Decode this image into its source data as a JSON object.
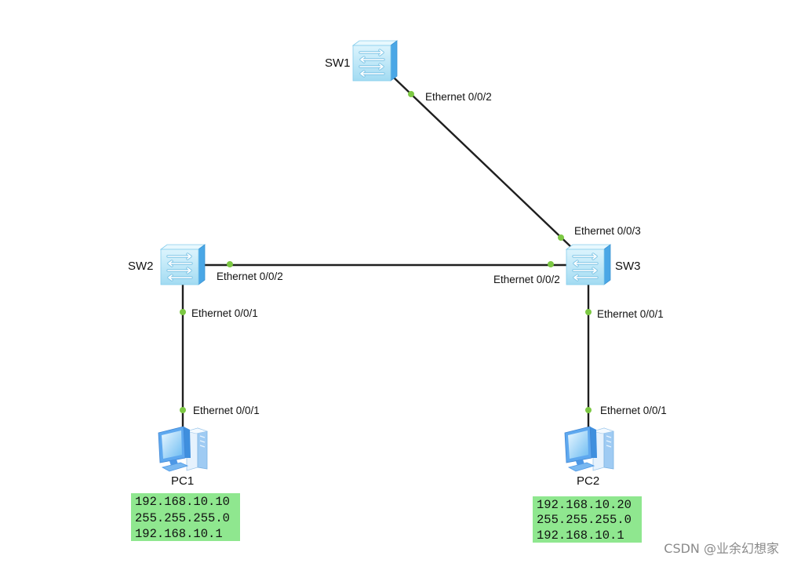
{
  "devices": {
    "sw1": {
      "name": "SW1"
    },
    "sw2": {
      "name": "SW2"
    },
    "sw3": {
      "name": "SW3"
    },
    "pc1": {
      "name": "PC1",
      "ip_config": {
        "ip": "192.168.10.10",
        "mask": "255.255.255.0",
        "gateway": "192.168.10.1"
      }
    },
    "pc2": {
      "name": "PC2",
      "ip_config": {
        "ip": "192.168.10.20",
        "mask": "255.255.255.0",
        "gateway": "192.168.10.1"
      }
    }
  },
  "links": {
    "sw1_sw3": {
      "sw1_port": "Ethernet 0/0/2",
      "sw3_port": "Ethernet 0/0/3"
    },
    "sw2_sw3": {
      "sw2_port": "Ethernet 0/0/2",
      "sw3_port": "Ethernet 0/0/2"
    },
    "sw2_pc1": {
      "sw2_port": "Ethernet 0/0/1",
      "pc1_port": "Ethernet 0/0/1"
    },
    "sw3_pc2": {
      "sw3_port": "Ethernet 0/0/1",
      "pc2_port": "Ethernet 0/0/1"
    }
  },
  "watermark": "CSDN @业余幻想家",
  "icons": {
    "switch": "switch-icon",
    "pc": "pc-icon"
  },
  "colors": {
    "background": "#ffffff",
    "link": "#1f1f1f",
    "port_dot": "#7cc843",
    "ip_box": "#8fe78f",
    "watermark": "#8a8a8a"
  }
}
